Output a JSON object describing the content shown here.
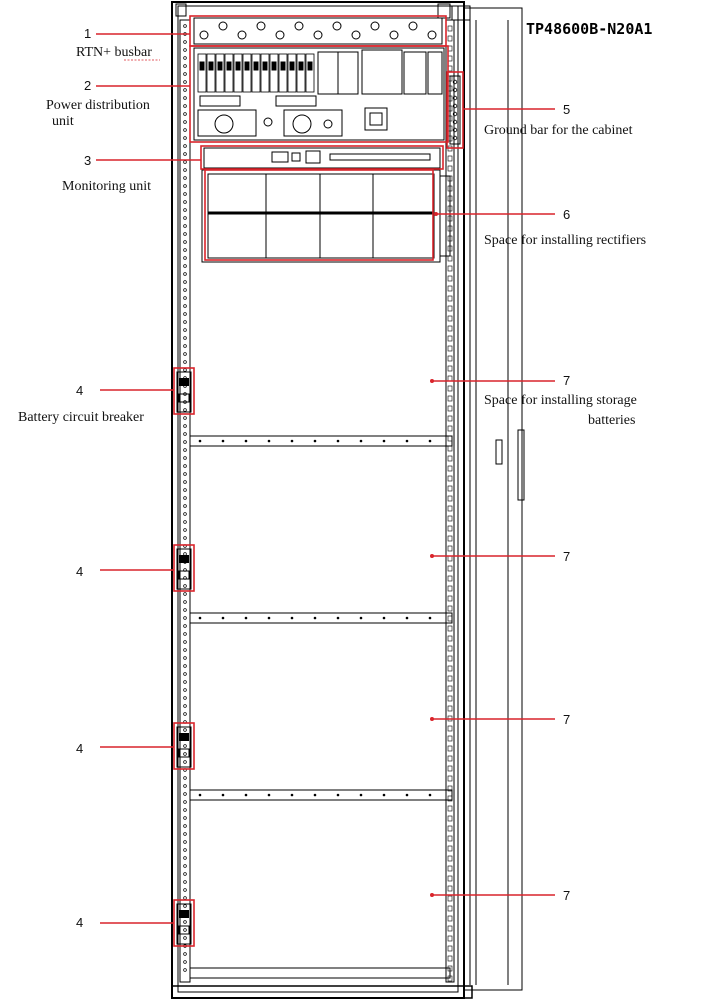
{
  "model": "TP48600B-N20A1",
  "callouts": [
    {
      "number": "1",
      "label": "RTN+ busbar"
    },
    {
      "number": "2",
      "label_line1": "Power distribution",
      "label_line2": "unit"
    },
    {
      "number": "3",
      "label": "Monitoring unit"
    },
    {
      "number": "4",
      "label": "Battery circuit breaker"
    },
    {
      "number": "5",
      "label": "Ground bar for the  cabinet"
    },
    {
      "number": "6",
      "label": "Space for installing rectifiers"
    },
    {
      "number": "7",
      "label_line1": "Space for installing storage",
      "label_line2": "batteries"
    }
  ],
  "colors": {
    "callout": "#d9242b",
    "outline": "#000000"
  }
}
